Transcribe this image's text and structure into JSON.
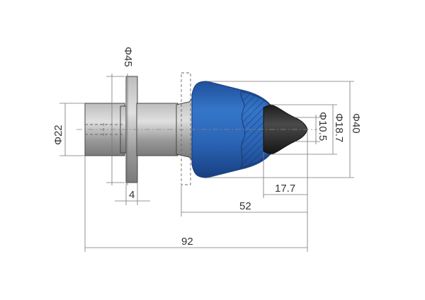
{
  "colors": {
    "body_blue": "#2a63b4",
    "carbide_tip": "#2b2b2b",
    "steel": "#9a9a9a",
    "line": "#555555"
  },
  "dimensions": {
    "flange_diameter": "Φ45",
    "shank_diameter": "Φ22",
    "flange_thickness": "4",
    "head_diameter": "Φ40",
    "tip_base_diameter": "Φ18.7",
    "tip_diameter": "Φ10.5",
    "tip_length": "17.7",
    "head_length": "52",
    "overall_length": "92"
  }
}
